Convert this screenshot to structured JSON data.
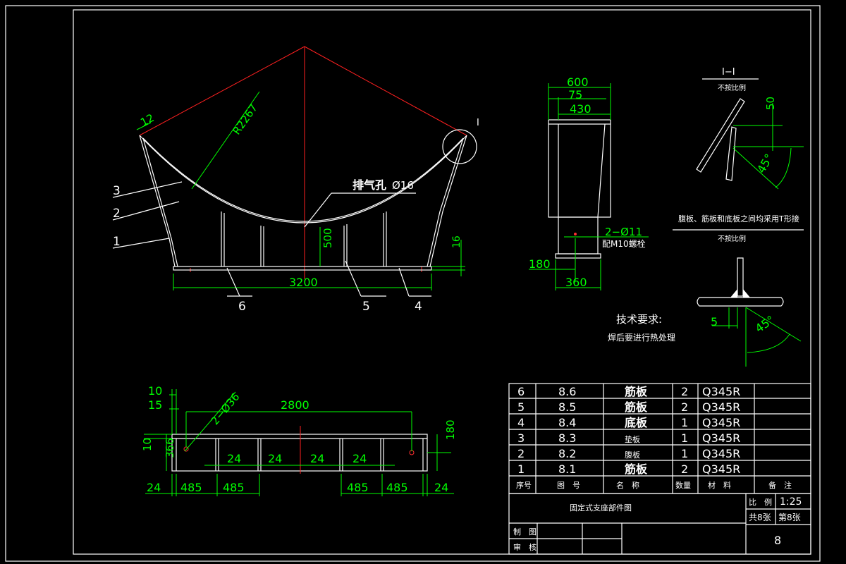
{
  "front_view": {
    "dims": {
      "d12": "12",
      "radius": "R2267",
      "vent": "排气孔",
      "vent_dia": "Ø16",
      "d500": "500",
      "d16": "16",
      "d3200": "3200"
    },
    "callouts": [
      "1",
      "2",
      "3",
      "4",
      "5",
      "6"
    ]
  },
  "side_view": {
    "dims": {
      "d600": "600",
      "d75": "75",
      "d430": "430",
      "holes": "2−Ø11",
      "bolt": "配M10螺栓",
      "d180": "180",
      "d360": "360"
    }
  },
  "detail_I": {
    "mark": "I",
    "section_title": "I−I",
    "scale_note_1": "不按比例",
    "d50": "50",
    "angle1": "45°",
    "weld_note": "腹板、筋板和底板之间均采用T形接",
    "scale_note_2": "不按比例",
    "d5": "5",
    "angle2": "45°"
  },
  "tech_req": {
    "title": "技术要求:",
    "text": "焊后要进行热处理"
  },
  "plan_view": {
    "dims": {
      "d10a": "10",
      "d15": "15",
      "holes": "2−Ø36",
      "d2800": "2800",
      "d10b": "10",
      "d366": "366",
      "d180": "180",
      "d24a": "24",
      "d24b": "24",
      "d24c": "24",
      "d24d": "24",
      "d24e": "24",
      "d24f": "24",
      "d485a": "485",
      "d485b": "485",
      "d485c": "485",
      "d485d": "485"
    }
  },
  "bom": {
    "rows": [
      {
        "no": "6",
        "drawing": "8.6",
        "name": "筋板",
        "qty": "2",
        "material": "Q345R",
        "note": ""
      },
      {
        "no": "5",
        "drawing": "8.5",
        "name": "筋板",
        "qty": "2",
        "material": "Q345R",
        "note": ""
      },
      {
        "no": "4",
        "drawing": "8.4",
        "name": "底板",
        "qty": "1",
        "material": "Q345R",
        "note": ""
      },
      {
        "no": "3",
        "drawing": "8.3",
        "name": "垫板",
        "qty": "1",
        "material": "Q345R",
        "note": ""
      },
      {
        "no": "2",
        "drawing": "8.2",
        "name": "腹板",
        "qty": "1",
        "material": "Q345R",
        "note": ""
      },
      {
        "no": "1",
        "drawing": "8.1",
        "name": "筋板",
        "qty": "2",
        "material": "Q345R",
        "note": ""
      }
    ],
    "header": {
      "no": "序号",
      "drawing": "图　号",
      "name": "名　称",
      "qty": "数量",
      "material": "材　料",
      "note": "备　注"
    }
  },
  "title_block": {
    "title": "固定式支座部件图",
    "scale_label": "比　例",
    "scale": "1:25",
    "total_sheets": "共8张",
    "sheet_no": "第8张",
    "drawn": "制　图",
    "checked": "审　核",
    "number": "8"
  }
}
